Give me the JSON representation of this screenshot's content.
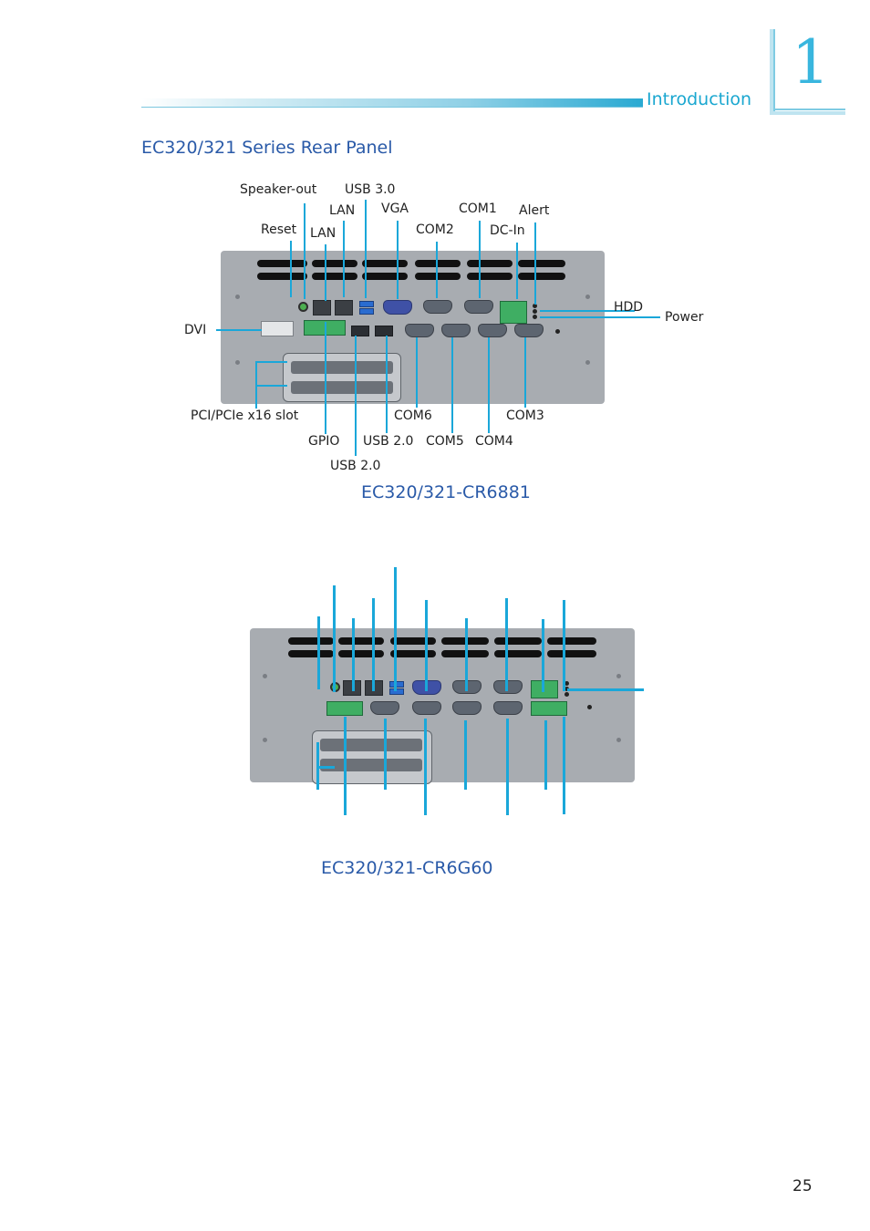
{
  "header": {
    "section_label": "Introduction",
    "chapter_number": "1"
  },
  "section_title": "EC320/321 Series Rear Panel",
  "figure1": {
    "caption": "EC320/321-CR6881",
    "labels": {
      "speaker_out": "Speaker-out",
      "usb30": "USB 3.0",
      "lan_top": "LAN",
      "vga": "VGA",
      "com1": "COM1",
      "alert": "Alert",
      "reset": "Reset",
      "lan_bottom": "LAN",
      "com2": "COM2",
      "dc_in": "DC-In",
      "hdd": "HDD",
      "power": "Power",
      "dvi": "DVI",
      "pci_slot": "PCI/PCIe x16 slot",
      "com6": "COM6",
      "com3": "COM3",
      "gpio": "GPIO",
      "usb20_right": "USB 2.0",
      "com5": "COM5",
      "com4": "COM4",
      "usb20_bottom": "USB 2.0"
    }
  },
  "figure2": {
    "caption": "EC320/321-CR6G60"
  },
  "page_number": "25",
  "colors": {
    "accent": "#1aa7d9",
    "title_blue": "#2a5aa8",
    "panel_gray": "#a8acb1"
  }
}
